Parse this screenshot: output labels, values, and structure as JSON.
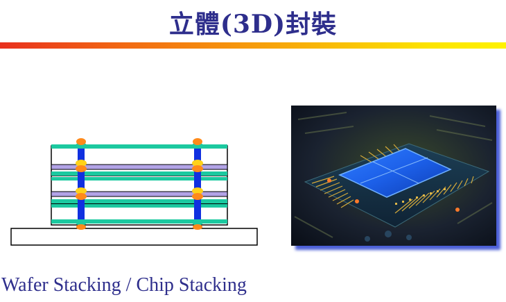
{
  "slide": {
    "title": "立體(3D)封裝",
    "caption": "Wafer Stacking / Chip Stacking"
  },
  "colors": {
    "title_text": "#2e2e8c",
    "rule_start": "#e8301e",
    "rule_end": "#fff200",
    "layer_teal": "#1cc9a0",
    "via_blue": "#1030e0",
    "bump_orange": "#ff8a1a",
    "bump_yellow": "#ffd21a",
    "interposer_purple": "#b2a3e6",
    "photo_shadow": "#4b5fd6"
  },
  "diagram": {
    "type": "wafer-chip-stack-cross-section",
    "stacked_layers": 3,
    "through_vias": 2,
    "base_substrate": true
  },
  "photo": {
    "subject": "chip-package-photo"
  }
}
